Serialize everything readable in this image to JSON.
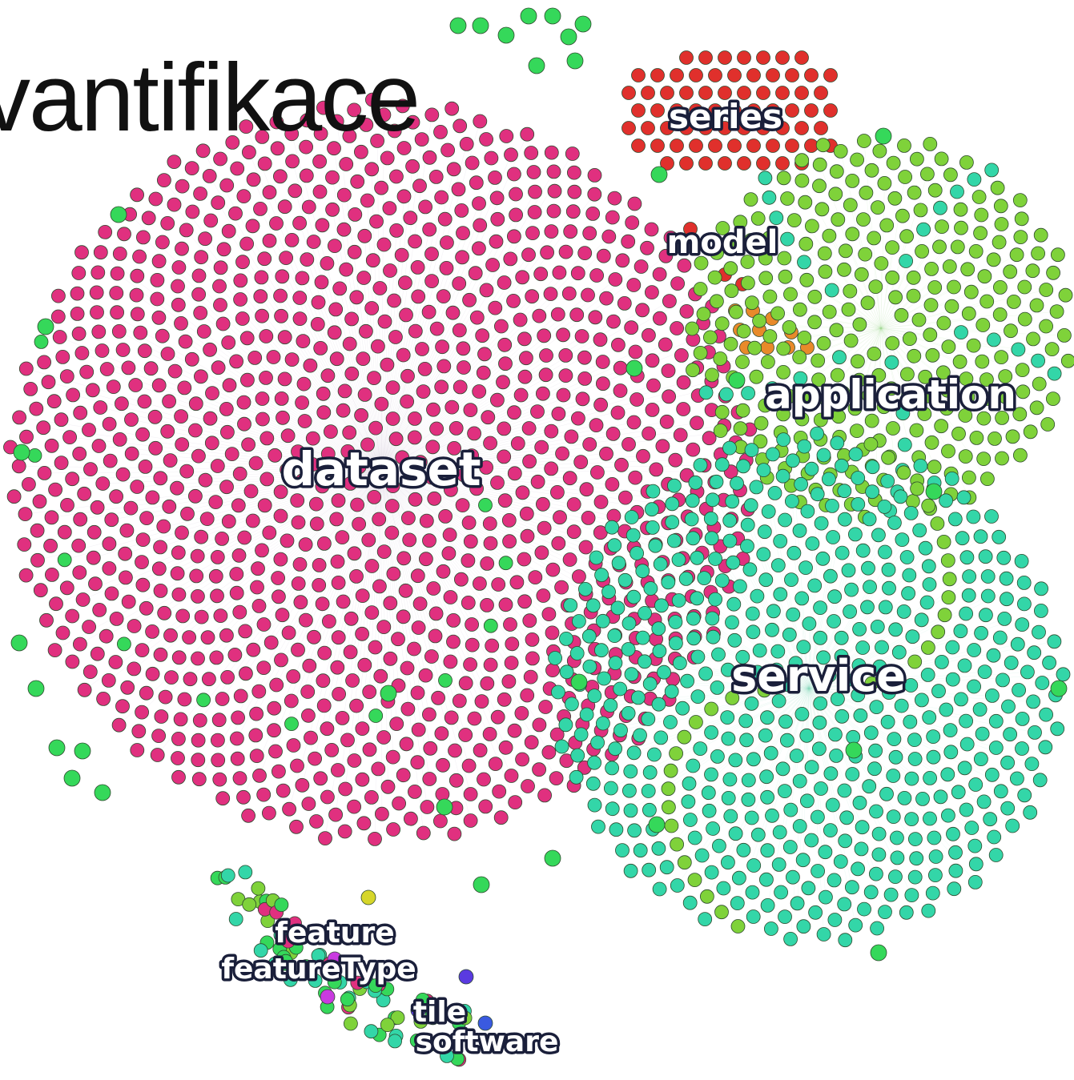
{
  "page": {
    "title": "vantifikace"
  },
  "graph": {
    "colors": {
      "dataset": "#e0307f",
      "series": "#e0302c",
      "model": "#e88a2a",
      "application": "#7fd23a",
      "service": "#33d6a8",
      "outlier": "#35d85a",
      "feature": "#c93ae0",
      "tile": "#5a3ae0",
      "software": "#3a5ae0",
      "yellow": "#d6d62a",
      "node_stroke": "#2e4a2e",
      "edge": "#b9a8c4"
    },
    "clusters": [
      {
        "id": "dataset",
        "label": "dataset"
      },
      {
        "id": "series",
        "label": "series"
      },
      {
        "id": "model",
        "label": "model"
      },
      {
        "id": "application",
        "label": "application"
      },
      {
        "id": "service",
        "label": "service"
      },
      {
        "id": "feature",
        "label": "feature"
      },
      {
        "id": "featureType",
        "label": "featureType"
      },
      {
        "id": "tile",
        "label": "tile"
      },
      {
        "id": "software",
        "label": "software"
      }
    ]
  }
}
